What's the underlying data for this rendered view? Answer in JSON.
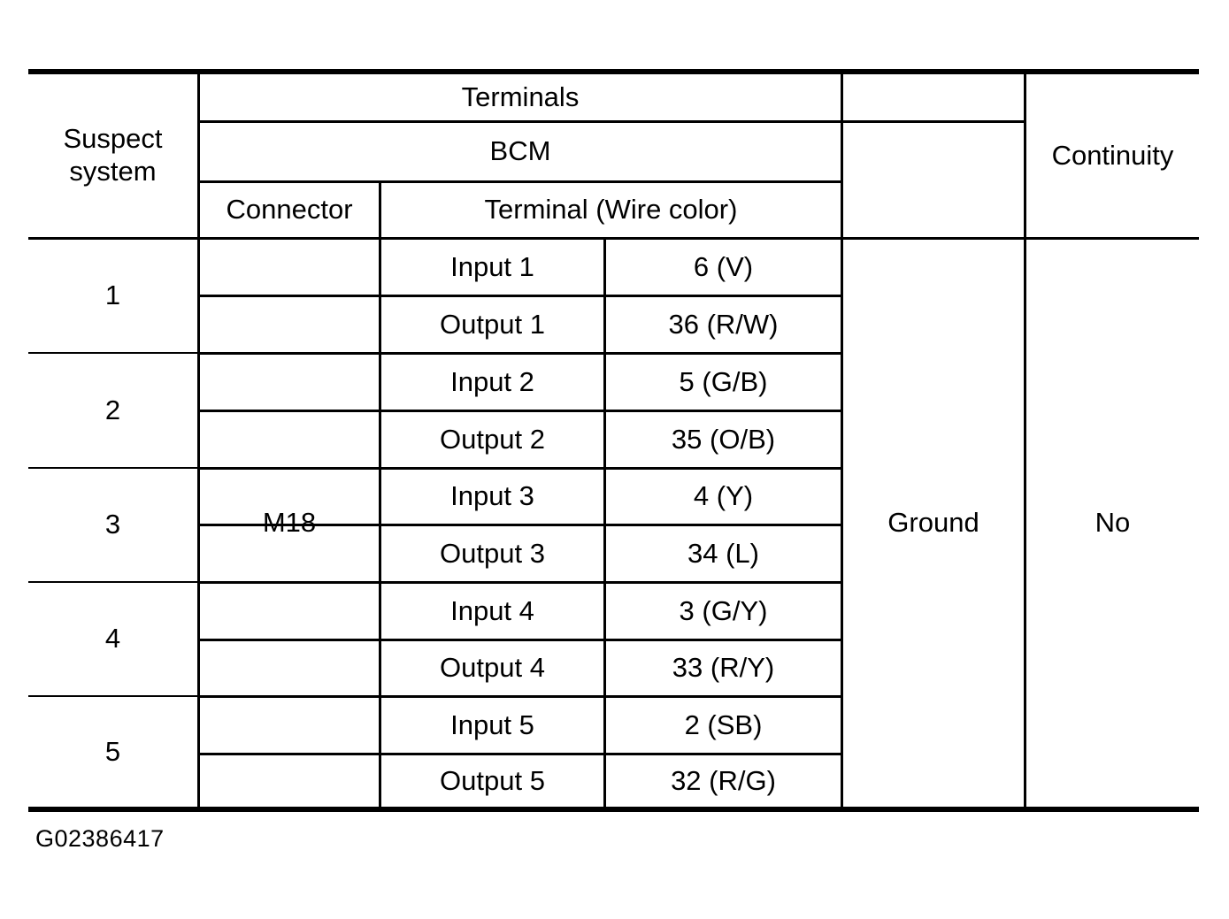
{
  "table": {
    "headers": {
      "suspect_system": "Suspect\nsystem",
      "terminals": "Terminals",
      "bcm": "BCM",
      "connector": "Connector",
      "terminal_wire_color": "Terminal (Wire color)",
      "ground_blank": "",
      "continuity": "Continuity"
    },
    "suspect_systems": [
      "1",
      "2",
      "3",
      "4",
      "5"
    ],
    "connector": "M18",
    "ground": "Ground",
    "continuity": "No",
    "rows": [
      {
        "signal": "Input 1",
        "terminal": "6 (V)"
      },
      {
        "signal": "Output 1",
        "terminal": "36 (R/W)"
      },
      {
        "signal": "Input 2",
        "terminal": "5 (G/B)"
      },
      {
        "signal": "Output 2",
        "terminal": "35 (O/B)"
      },
      {
        "signal": "Input 3",
        "terminal": "4 (Y)"
      },
      {
        "signal": "Output 3",
        "terminal": "34 (L)"
      },
      {
        "signal": "Input 4",
        "terminal": "3 (G/Y)"
      },
      {
        "signal": "Output 4",
        "terminal": "33 (R/Y)"
      },
      {
        "signal": "Input 5",
        "terminal": "2 (SB)"
      },
      {
        "signal": "Output 5",
        "terminal": "32 (R/G)"
      }
    ]
  },
  "caption": "G02386417",
  "colors": {
    "ink": "#000000",
    "background": "#ffffff"
  }
}
